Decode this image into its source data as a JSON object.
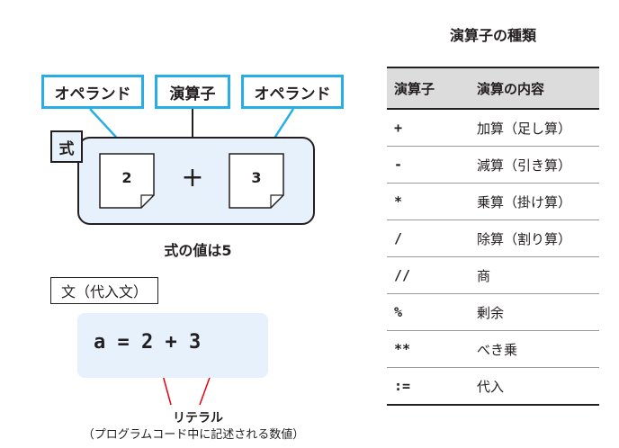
{
  "diagram": {
    "operand_left_label": "オペランド",
    "operator_label": "演算子",
    "operand_right_label": "オペランド",
    "expression_tag": "式",
    "left_operand": "2",
    "operator_symbol": "+",
    "right_operand": "3",
    "result": "式の値は5",
    "statement_label": "文（代入文）",
    "code": "a = 2 + 3",
    "literal_title": "リテラル",
    "literal_note": "（プログラムコード中に記述される数値）"
  },
  "table": {
    "title": "演算子の種類",
    "headers": [
      "演算子",
      "演算の内容"
    ],
    "rows": [
      {
        "op": "+",
        "desc": "加算（足し算）"
      },
      {
        "op": "-",
        "desc": "減算（引き算）"
      },
      {
        "op": "*",
        "desc": "乗算（掛け算）"
      },
      {
        "op": "/",
        "desc": "除算（割り算）"
      },
      {
        "op": "//",
        "desc": "商"
      },
      {
        "op": "%",
        "desc": "剰余"
      },
      {
        "op": "**",
        "desc": "べき乗"
      },
      {
        "op": ":=",
        "desc": "代入"
      }
    ]
  },
  "colors": {
    "accent_blue": "#27aee6",
    "panel_fill": "#e6f1fb",
    "arrow_red": "#e60012",
    "table_header": "#dcdcdd"
  }
}
